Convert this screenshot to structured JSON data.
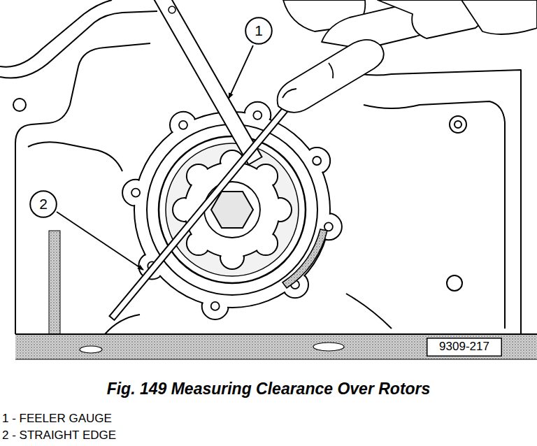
{
  "diagram": {
    "caption": "Fig. 149 Measuring Clearance Over Rotors",
    "nodes": [
      {
        "text": [
          "1"
        ]
      },
      {
        "text": [
          "2"
        ]
      },
      {
        "text": [
          "9309-217"
        ]
      }
    ],
    "labels": [
      "1 - FEELER GAUGE",
      "2 - STRAIGHT EDGE"
    ]
  }
}
